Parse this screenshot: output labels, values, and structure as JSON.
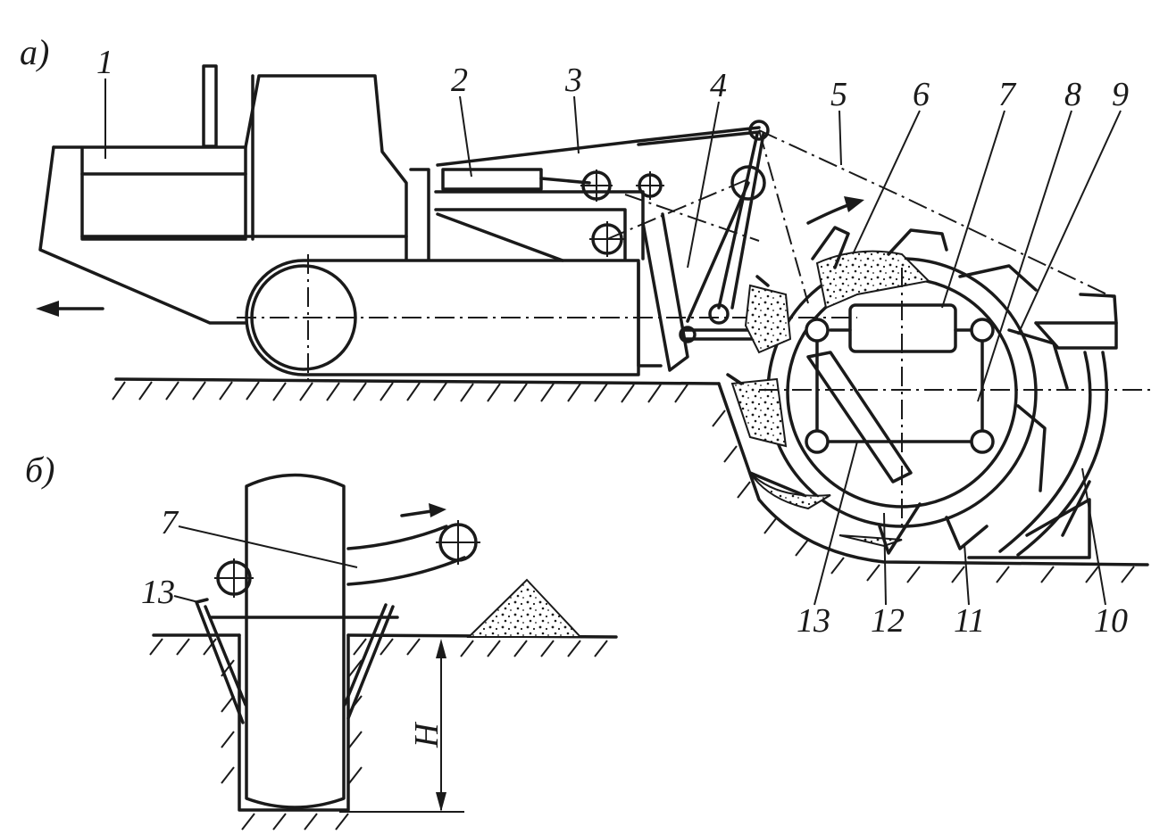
{
  "figure": {
    "part_a_label": "а)",
    "part_b_label": "б)",
    "callouts_a": [
      "1",
      "2",
      "3",
      "4",
      "5",
      "6",
      "7",
      "8",
      "9",
      "10",
      "11",
      "12",
      "13"
    ],
    "callouts_b": [
      "7",
      "13"
    ],
    "depth_label": "H"
  },
  "colors": {
    "ink": "#1a1a1a",
    "paper": "#ffffff"
  }
}
